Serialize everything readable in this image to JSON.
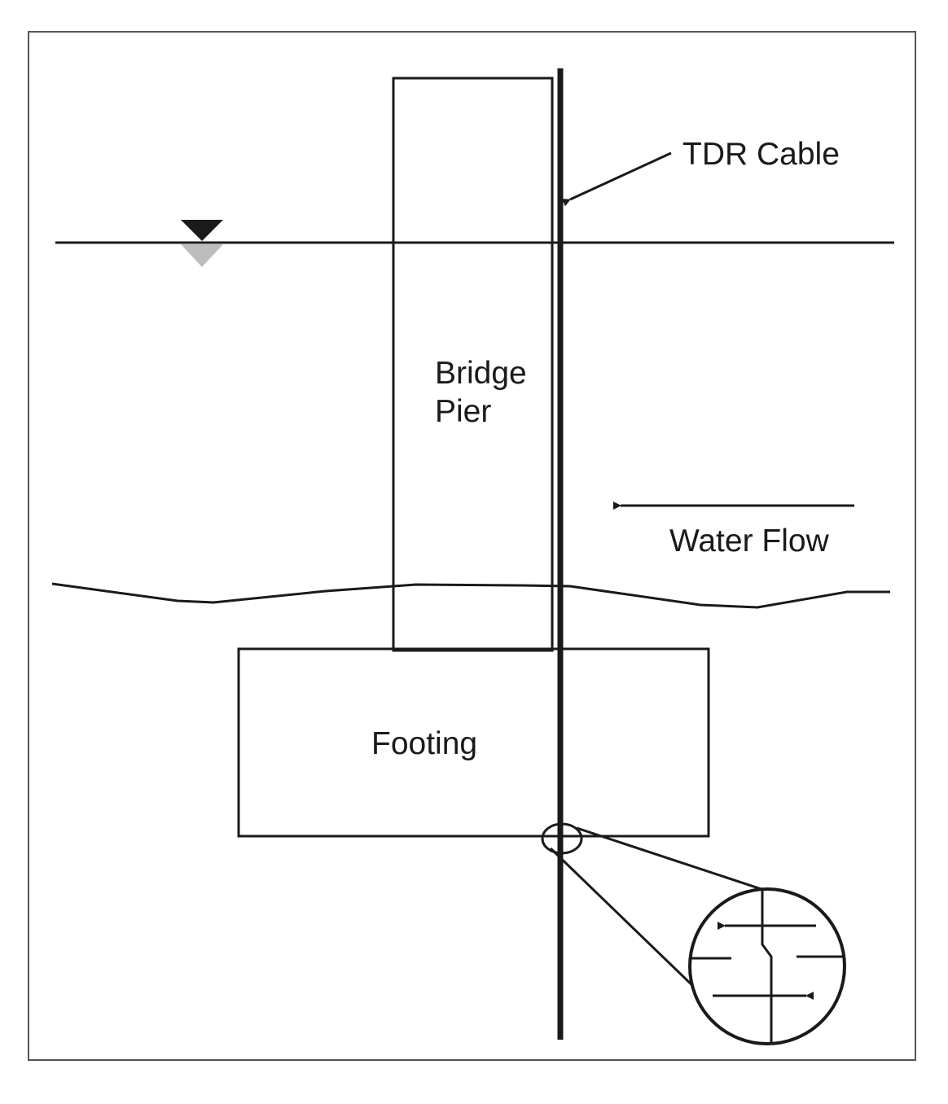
{
  "labels": {
    "tdr_cable": "TDR Cable",
    "bridge": "Bridge",
    "pier": "Pier",
    "water_flow": "Water Flow",
    "footing": "Footing"
  },
  "colors": {
    "line": "#1a1a1a",
    "frame": "#555555",
    "water_marker_top": "#1a1a1a",
    "water_marker_bottom": "#bdbdbd",
    "background": "#ffffff"
  }
}
